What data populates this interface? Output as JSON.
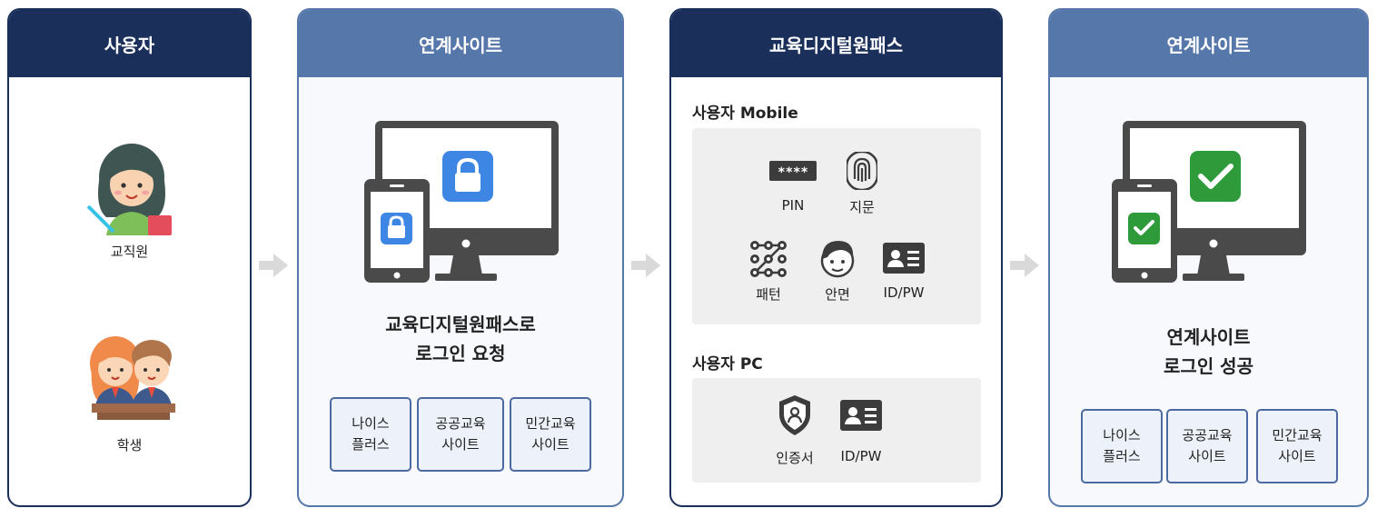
{
  "panels": {
    "user": {
      "title": "사용자",
      "staff_label": "교직원",
      "student_label": "학생"
    },
    "linked_request": {
      "title": "연계사이트",
      "message_line1": "교육디지털원패스로",
      "message_line2": "로그인 요청",
      "sites": [
        "나이스\n플러스",
        "공공교육\n사이트",
        "민간교육\n사이트"
      ]
    },
    "onepass": {
      "title": "교육디지털원패스",
      "mobile_title": "사용자 Mobile",
      "mobile_methods": [
        {
          "label": "PIN",
          "icon": "pin-icon"
        },
        {
          "label": "지문",
          "icon": "fingerprint-icon"
        },
        {
          "label": "패턴",
          "icon": "pattern-icon"
        },
        {
          "label": "안면",
          "icon": "face-icon"
        },
        {
          "label": "ID/PW",
          "icon": "id-card-icon"
        }
      ],
      "pc_title": "사용자 PC",
      "pc_methods": [
        {
          "label": "인증서",
          "icon": "certificate-shield-icon"
        },
        {
          "label": "ID/PW",
          "icon": "id-card-icon"
        }
      ]
    },
    "linked_success": {
      "title": "연계사이트",
      "message_line1": "연계사이트",
      "message_line2": "로그인 성공",
      "sites": [
        "나이스\n플러스",
        "공공교육\n사이트",
        "민간교육\n사이트"
      ]
    }
  },
  "colors": {
    "dark_navy": "#1a2f5a",
    "steel_blue": "#5677aa",
    "lock_blue": "#3d86e4",
    "check_green": "#2f9a3a",
    "arrow_grey": "#d9d9d9"
  },
  "pin_mask": "****"
}
